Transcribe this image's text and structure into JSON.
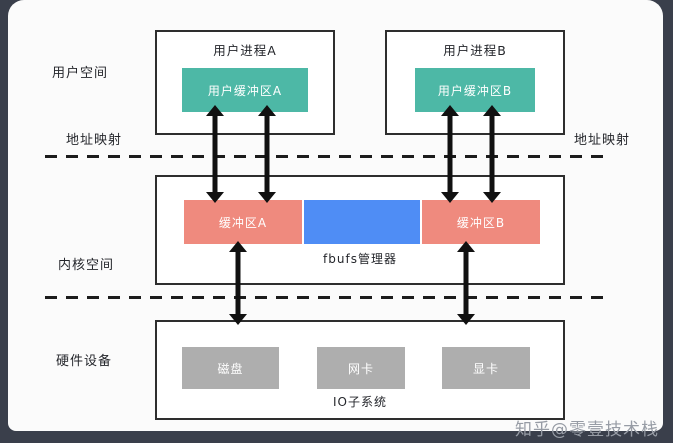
{
  "labels": {
    "user_space": "用户空间",
    "address_map_left": "地址映射",
    "address_map_right": "地址映射",
    "kernel_space": "内核空间",
    "hardware": "硬件设备"
  },
  "user_space": {
    "process_a": {
      "title": "用户进程A",
      "buffer_label": "用户缓冲区A"
    },
    "process_b": {
      "title": "用户进程B",
      "buffer_label": "用户缓冲区B"
    }
  },
  "kernel_space": {
    "buffer_a": "缓冲区A",
    "buffer_b": "缓冲区B",
    "manager_label": "fbufs管理器"
  },
  "hardware_layer": {
    "devices": [
      "磁盘",
      "网卡",
      "显卡"
    ],
    "subsystem_label": "IO子系统"
  },
  "watermark": "知乎@零壹技术栈",
  "colors": {
    "user_buffer": "#4db8a6",
    "kernel_buffer": "#ef8a7e",
    "manager_block": "#4f8df5",
    "device_block": "#aeaeae",
    "frame_dark": "#3a3f4b"
  }
}
